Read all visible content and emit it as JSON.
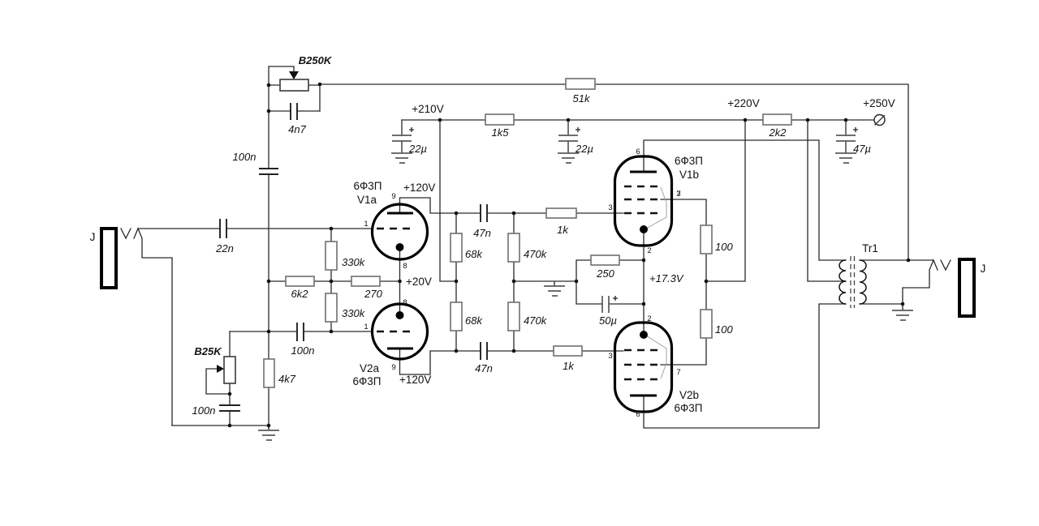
{
  "values": {
    "pot_feedback": "B250K",
    "pot_bias": "B25K",
    "c_4n7": "4n7",
    "c_100n": "100n",
    "c_22n": "22n",
    "c_22u": "22µ",
    "c_47u": "47µ",
    "c_47n": "47n",
    "c_50u": "50µ",
    "r_6k2": "6k2",
    "r_270": "270",
    "r_330k": "330k",
    "r_4k7": "4k7",
    "r_1k5": "1k5",
    "r_51k": "51k",
    "r_2k2": "2k2",
    "r_68k": "68k",
    "r_470k": "470k",
    "r_1k": "1k",
    "r_250": "250",
    "r_100": "100"
  },
  "voltages": {
    "rail_210": "+210V",
    "rail_220": "+220V",
    "rail_250": "+250V",
    "anode_120": "+120V",
    "cathode_20": "+20V",
    "cathode_17": "+17.3V"
  },
  "tubes": {
    "type": "6Ф3П",
    "v1a": "V1a",
    "v2a": "V2a",
    "v1b": "V1b",
    "v2b": "V2b"
  },
  "pins": {
    "p1": "1",
    "p2": "2",
    "p3": "3",
    "p6": "6",
    "p7": "7",
    "p8": "8",
    "p9": "9"
  },
  "misc": {
    "transformer": "Tr1",
    "jack": "J"
  }
}
